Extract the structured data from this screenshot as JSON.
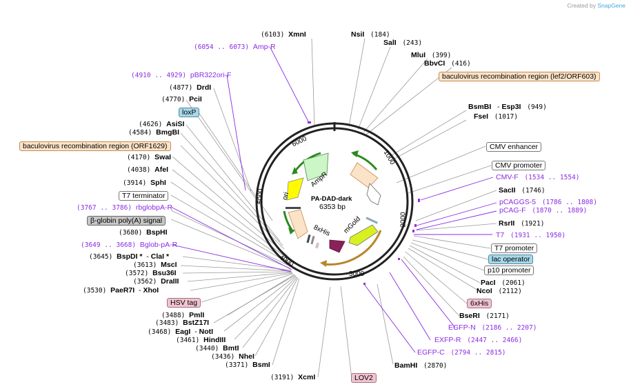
{
  "credit": {
    "prefix": "Created by",
    "brand": "SnapGene"
  },
  "plasmid": {
    "name": "PA-DAD-dark",
    "length": "6353 bp"
  },
  "ticks": [
    "1000",
    "2000",
    "3000",
    "4000",
    "5000",
    "6000"
  ],
  "arc_features": [
    "ori",
    "AmpR",
    "8xHis",
    "mGold"
  ],
  "sites": [
    {
      "id": "xmni",
      "pos": "(6103)",
      "name": "XmnI"
    },
    {
      "id": "nsii",
      "name": "NsiI",
      "pos": "(184)"
    },
    {
      "id": "sali",
      "name": "SalI",
      "pos": "(243)"
    },
    {
      "id": "mlui",
      "name": "MluI",
      "pos": "(399)"
    },
    {
      "id": "bbvci",
      "name": "BbvCI",
      "pos": "(416)"
    },
    {
      "id": "bsmbi",
      "name": "BsmBI",
      "sep": "-",
      "name2": "Esp3I",
      "pos": "(949)"
    },
    {
      "id": "fsei",
      "name": "FseI",
      "pos": "(1017)"
    },
    {
      "id": "sacii",
      "name": "SacII",
      "pos": "(1746)"
    },
    {
      "id": "rsrii",
      "name": "RsrII",
      "pos": "(1921)"
    },
    {
      "id": "paci",
      "name": "PacI",
      "pos": "(2061)"
    },
    {
      "id": "ncoi",
      "name": "NcoI",
      "pos": "(2112)"
    },
    {
      "id": "bseri",
      "name": "BseRI",
      "pos": "(2171)"
    },
    {
      "id": "bamhi",
      "name": "BamHI",
      "pos": "(2870)"
    },
    {
      "id": "xcmi",
      "pos": "(3191)",
      "name": "XcmI"
    },
    {
      "id": "bsmi",
      "pos": "(3371)",
      "name": "BsmI"
    },
    {
      "id": "nhei",
      "pos": "(3436)",
      "name": "NheI"
    },
    {
      "id": "bmti",
      "pos": "(3440)",
      "name": "BmtI"
    },
    {
      "id": "hindiii",
      "pos": "(3461)",
      "name": "HindIII"
    },
    {
      "id": "eagi",
      "pos": "(3468)",
      "name": "EagI",
      "sep": "-",
      "name2": "NotI"
    },
    {
      "id": "bstz17i",
      "pos": "(3483)",
      "name": "BstZ17I"
    },
    {
      "id": "pmli",
      "pos": "(3488)",
      "name": "PmlI"
    },
    {
      "id": "paer7i",
      "pos": "(3530)",
      "name": "PaeR7I",
      "sep": "-",
      "name2": "XhoI"
    },
    {
      "id": "draiii",
      "pos": "(3562)",
      "name": "DraIII"
    },
    {
      "id": "bsu36i",
      "pos": "(3572)",
      "name": "Bsu36I"
    },
    {
      "id": "msci",
      "pos": "(3613)",
      "name": "MscI"
    },
    {
      "id": "bspdi",
      "pos": "(3645)",
      "name": "BspDI *",
      "sep": "-",
      "name2": "ClaI *"
    },
    {
      "id": "bsphi",
      "pos": "(3680)",
      "name": "BspHI"
    },
    {
      "id": "sphi",
      "pos": "(3914)",
      "name": "SphI"
    },
    {
      "id": "afei",
      "pos": "(4038)",
      "name": "AfeI"
    },
    {
      "id": "swai",
      "pos": "(4170)",
      "name": "SwaI"
    },
    {
      "id": "bmgbi",
      "pos": "(4584)",
      "name": "BmgBI"
    },
    {
      "id": "asisi",
      "pos": "(4626)",
      "name": "AsiSI"
    },
    {
      "id": "pcii",
      "pos": "(4770)",
      "name": "PciI"
    },
    {
      "id": "drdi",
      "pos": "(4877)",
      "name": "DrdI"
    }
  ],
  "primers": [
    {
      "id": "ampr",
      "pos": "(6054 .. 6073)",
      "name": "Amp-R"
    },
    {
      "id": "pbr",
      "pos": "(4910 .. 4929)",
      "name": "pBR322ori-F"
    },
    {
      "id": "cmvf",
      "name": "CMV-F",
      "pos": "(1534 .. 1554)"
    },
    {
      "id": "pcaggs",
      "name": "pCAGGS-5",
      "pos": "(1786 .. 1808)"
    },
    {
      "id": "pcagf",
      "name": "pCAG-F",
      "pos": "(1870 .. 1889)"
    },
    {
      "id": "t7",
      "name": "T7",
      "pos": "(1931 .. 1950)"
    },
    {
      "id": "egfpn",
      "name": "EGFP-N",
      "pos": "(2186 .. 2207)"
    },
    {
      "id": "exfpr",
      "name": "EXFP-R",
      "pos": "(2447 .. 2466)"
    },
    {
      "id": "egfpc",
      "name": "EGFP-C",
      "pos": "(2794 .. 2815)"
    },
    {
      "id": "rbglob",
      "pos": "(3767 .. 3786)",
      "name": "rbglobpA-R"
    },
    {
      "id": "bglob",
      "pos": "(3649 .. 3668)",
      "name": "Bglob-pA-R"
    }
  ],
  "boxes": [
    {
      "id": "lef2",
      "text": "baculovirus recombination region (lef2/ORF603)"
    },
    {
      "id": "cmvenh",
      "text": "CMV enhancer"
    },
    {
      "id": "cmvprom",
      "text": "CMV promoter"
    },
    {
      "id": "t7prom",
      "text": "T7 promoter"
    },
    {
      "id": "lacop",
      "text": "lac operator"
    },
    {
      "id": "p10",
      "text": "p10 promoter"
    },
    {
      "id": "sixhis",
      "text": "6xHis"
    },
    {
      "id": "lov2",
      "text": "LOV2"
    },
    {
      "id": "hsvtag",
      "text": "HSV tag"
    },
    {
      "id": "bglobpa",
      "text": "β-globin poly(A) signal"
    },
    {
      "id": "t7term",
      "text": "T7 terminator"
    },
    {
      "id": "orf1629",
      "text": "baculovirus recombination region (ORF1629)"
    },
    {
      "id": "loxp",
      "text": "loxP"
    }
  ]
}
